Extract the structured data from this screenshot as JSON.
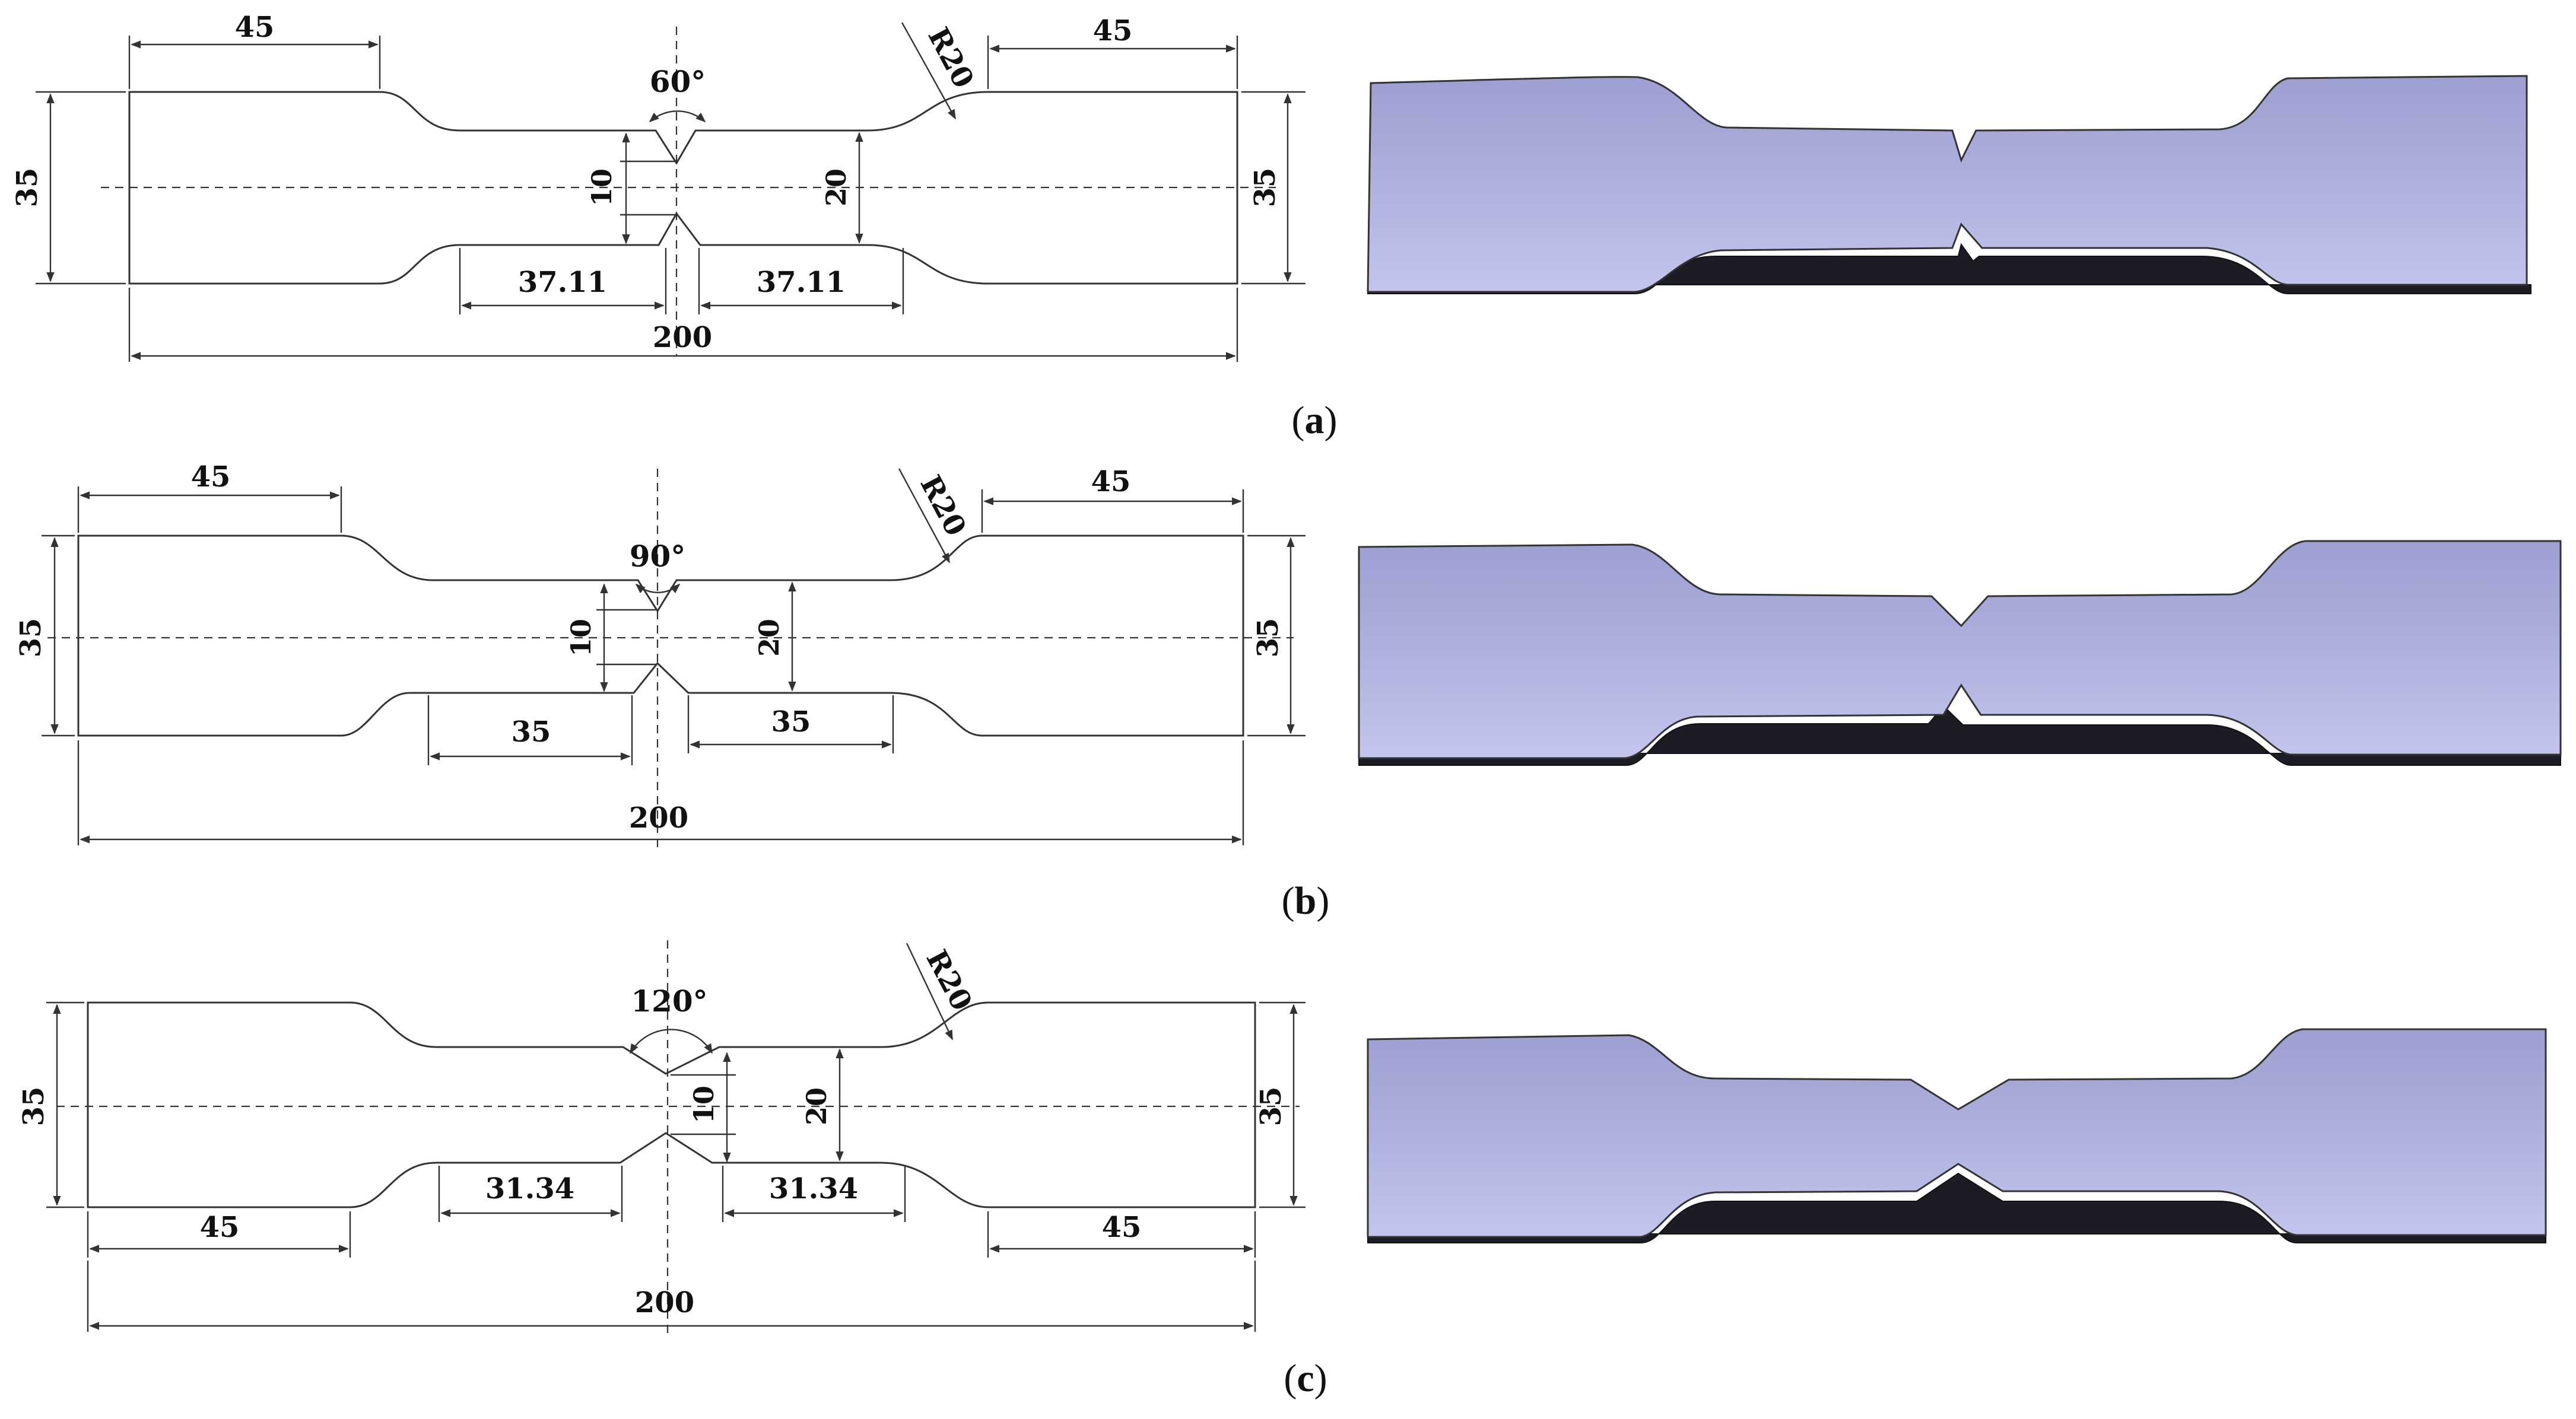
{
  "panels": [
    {
      "id": "a",
      "caption_letter": "a",
      "notch_angle_label": "60°",
      "fillet_label": "R20",
      "grip_length_labels": [
        "45",
        "45"
      ],
      "width_label_left": "35",
      "width_label_right": "35",
      "notch_depth_label": "10",
      "neck_width_label": "20",
      "neck_length_labels": [
        "37.11",
        "37.11"
      ],
      "total_length_label": "200"
    },
    {
      "id": "b",
      "caption_letter": "b",
      "notch_angle_label": "90°",
      "fillet_label": "R20",
      "grip_length_labels": [
        "45",
        "45"
      ],
      "width_label_left": "35",
      "width_label_right": "35",
      "notch_depth_label": "10",
      "neck_width_label": "20",
      "neck_length_labels": [
        "35",
        "35"
      ],
      "total_length_label": "200"
    },
    {
      "id": "c",
      "caption_letter": "c",
      "notch_angle_label": "120°",
      "fillet_label": "R20",
      "grip_length_labels": [
        "45",
        "45"
      ],
      "width_label_left": "35",
      "width_label_right": "35",
      "notch_depth_label": "10",
      "neck_width_label": "20",
      "neck_length_labels": [
        "31.34",
        "31.34"
      ],
      "total_length_label": "200"
    }
  ],
  "colors": {
    "solid_top": "#b9bce6",
    "solid_mid": "#a3a6d6",
    "solid_edge": "#1c1c24",
    "line": "#333333"
  }
}
